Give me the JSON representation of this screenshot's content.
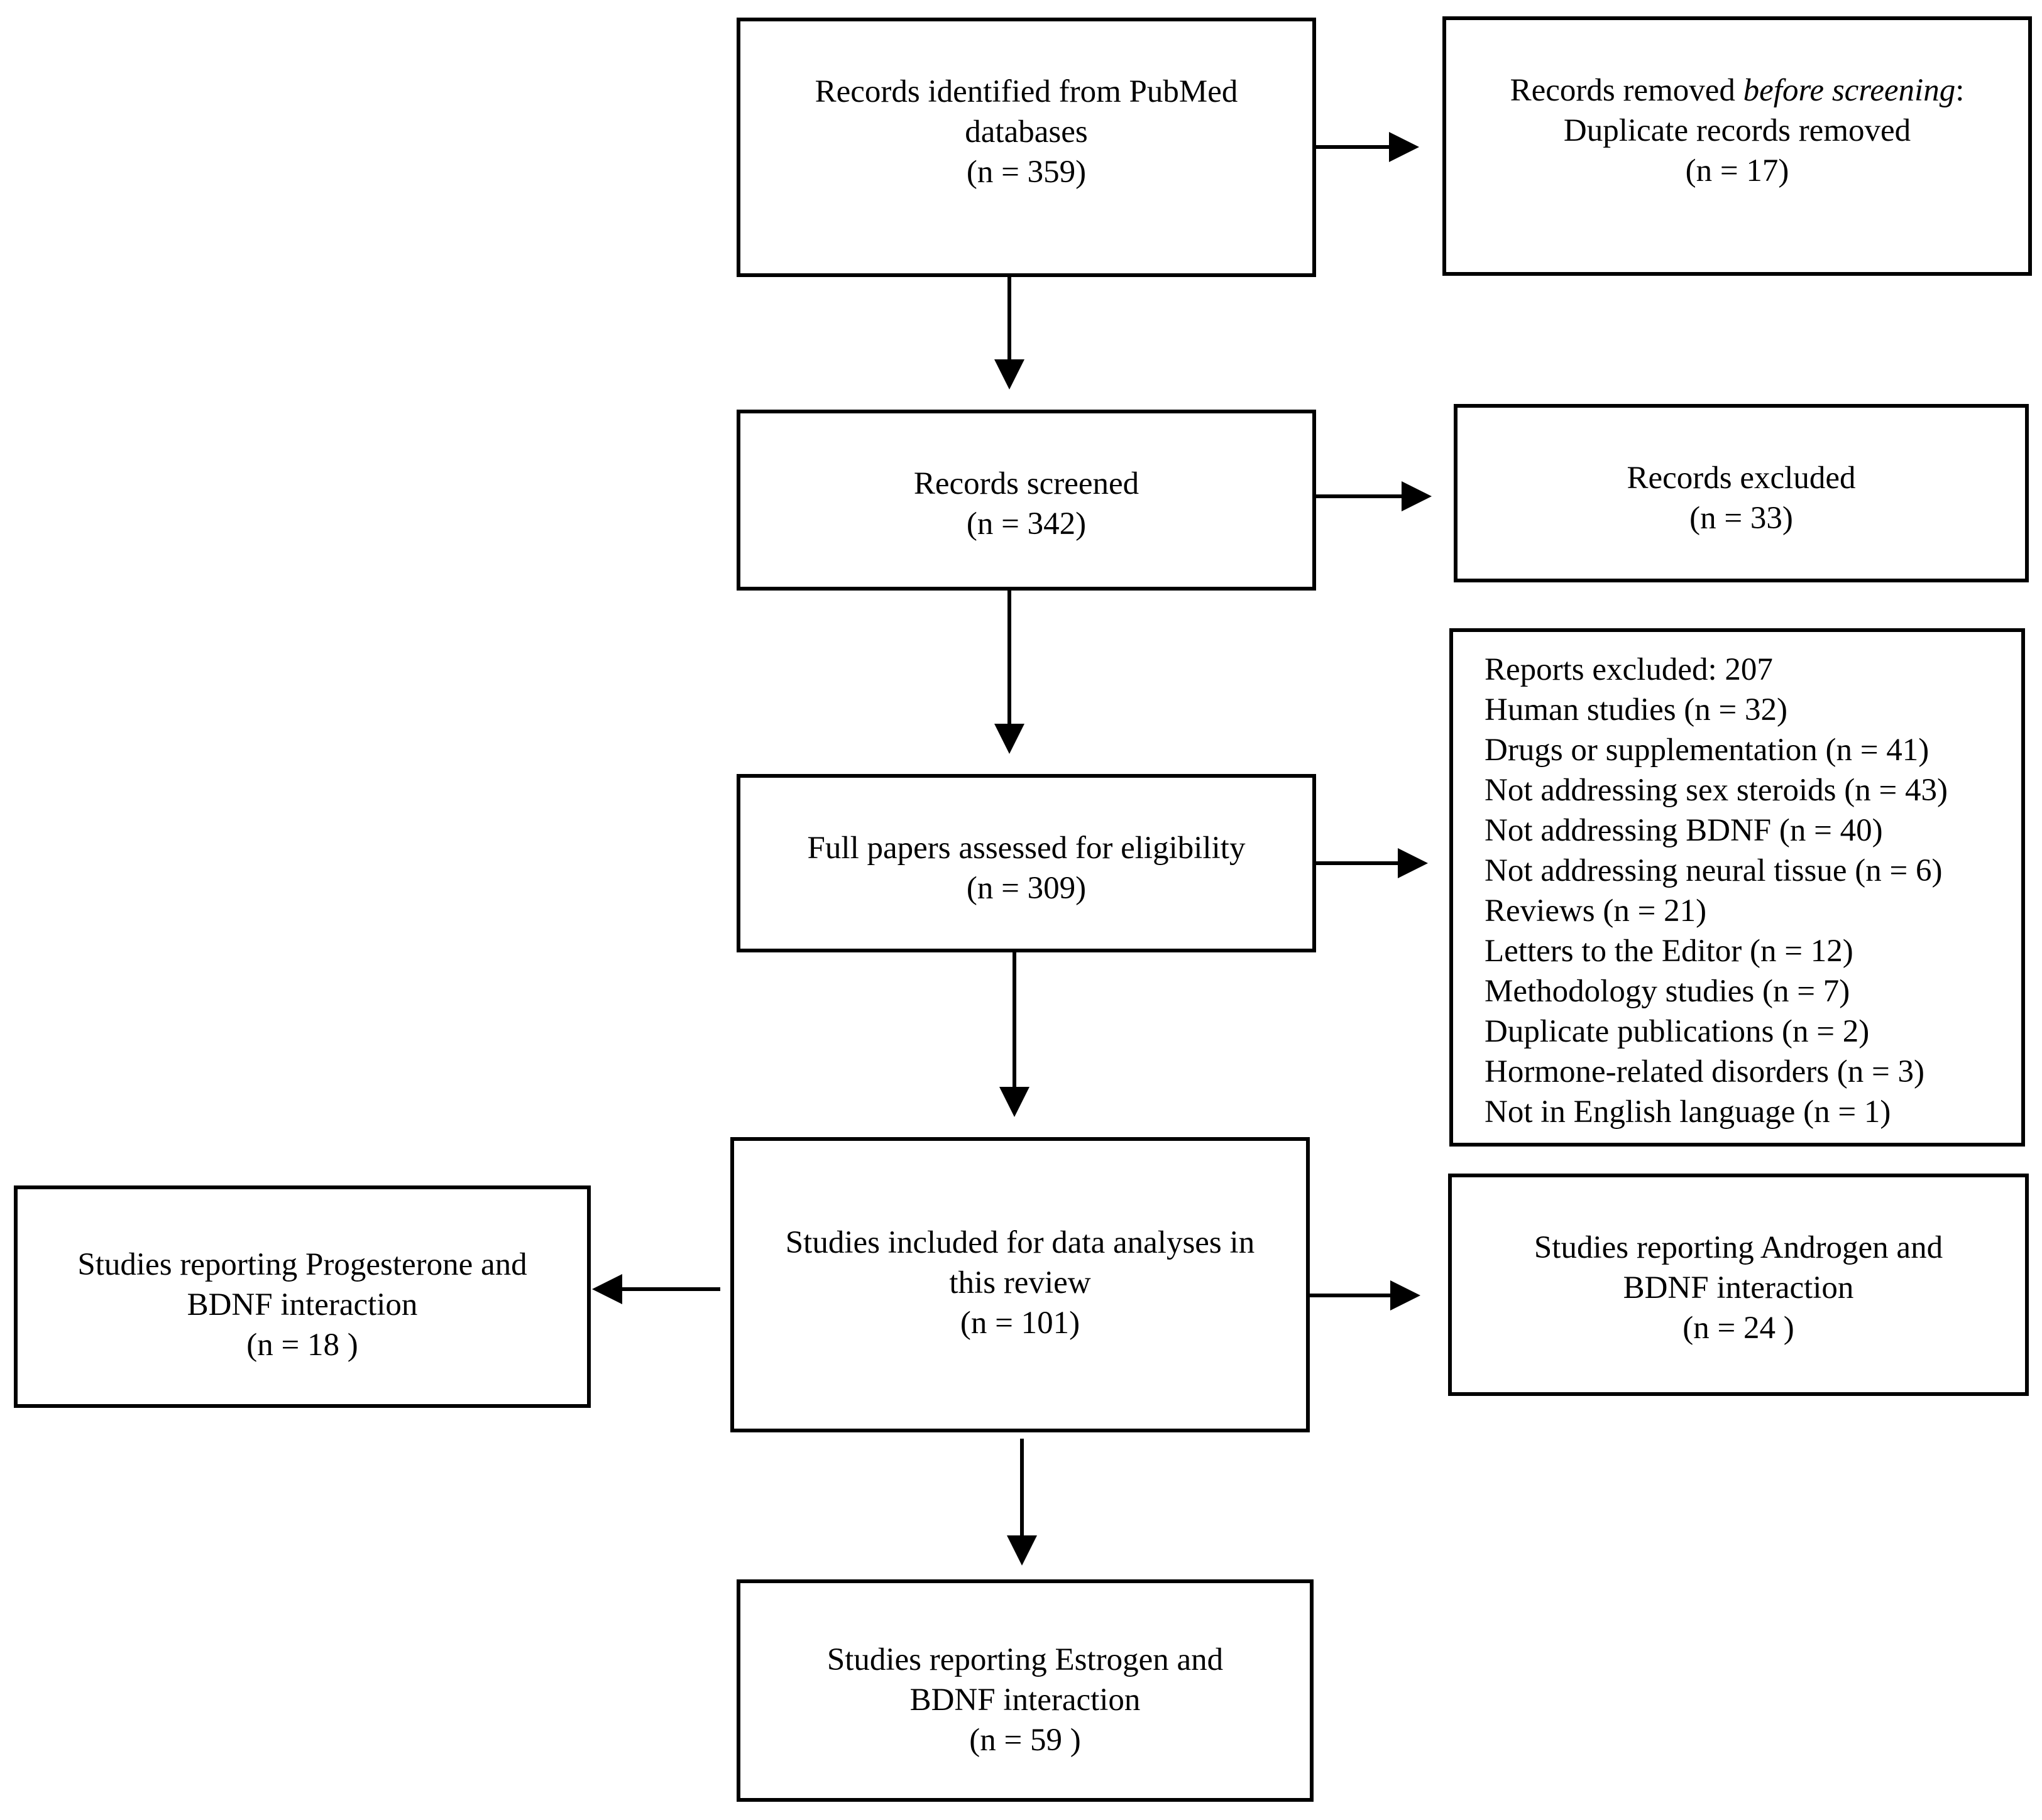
{
  "identification": {
    "line1": "Records identified from PubMed",
    "line2": "databases",
    "count": "(n = 359)"
  },
  "removed_before_screening": {
    "line1_prefix": "Records removed ",
    "line1_italic": "before screening",
    "line1_suffix": ":",
    "line2": "Duplicate records removed",
    "count": "(n = 17)"
  },
  "screened": {
    "line1": "Records screened",
    "count": "(n = 342)"
  },
  "excluded_records": {
    "line1": "Records excluded",
    "count": "(n = 33)"
  },
  "eligibility": {
    "line1": "Full papers assessed for eligibility",
    "count": "(n = 309)"
  },
  "reports_excluded": {
    "lines": [
      "Reports excluded: 207",
      "Human studies (n = 32)",
      "Drugs or supplementation (n = 41)",
      "Not addressing sex steroids (n = 43)",
      "Not addressing BDNF (n = 40)",
      "Not addressing neural tissue (n = 6)",
      "Reviews (n = 21)",
      "Letters to the Editor (n = 12)",
      "Methodology studies (n = 7)",
      "Duplicate publications (n = 2)",
      "Hormone-related disorders (n = 3)",
      "Not in English language (n = 1)"
    ]
  },
  "included": {
    "line1": "Studies included for data analyses in",
    "line2": "this review",
    "count": "(n = 101)"
  },
  "progesterone": {
    "line1": "Studies reporting Progesterone and",
    "line2": "BDNF interaction",
    "count": "(n = 18 )"
  },
  "androgen": {
    "line1": "Studies reporting Androgen and",
    "line2": "BDNF interaction",
    "count": "(n = 24 )"
  },
  "estrogen": {
    "line1": "Studies reporting Estrogen and",
    "line2": "BDNF interaction",
    "count": "(n = 59 )"
  }
}
